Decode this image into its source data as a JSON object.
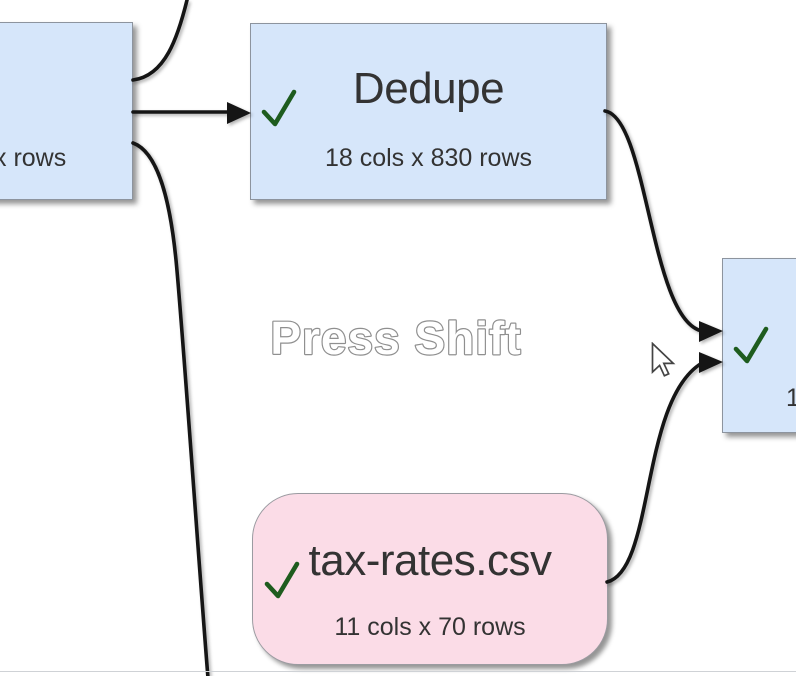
{
  "overlay": {
    "hint_text": "Press Shift"
  },
  "nodes": {
    "left_partial": {
      "subtitle_visible": "x rows"
    },
    "dedupe": {
      "title": "Dedupe",
      "subtitle": "18 cols x 830 rows"
    },
    "right_partial": {
      "subtitle_visible": "1"
    },
    "tax_rates": {
      "title": "tax-rates.csv",
      "subtitle": "11 cols x 70 rows"
    }
  },
  "icons": {
    "node_status": "check-icon",
    "pointer": "mouse-cursor-icon"
  },
  "colors": {
    "node_blue": "#d6e6fa",
    "node_pink": "#fbdce7",
    "check_green": "#1e5c1e",
    "connector_black": "#151515",
    "overlay_outline": "#8f8f8f"
  }
}
